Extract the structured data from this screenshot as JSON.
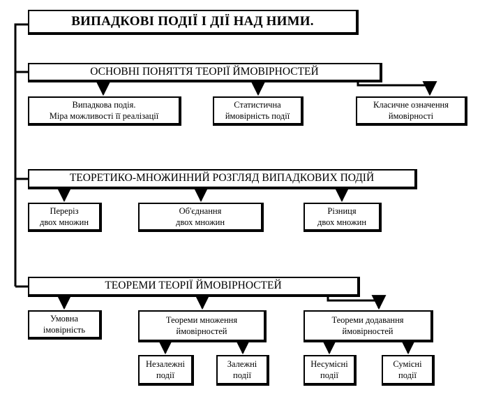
{
  "title": "ВИПАДКОВІ ПОДІЇ І ДІЇ НАД НИМИ.",
  "sections": [
    {
      "label": "ОСНОВНІ ПОНЯТТЯ ТЕОРІЇ ЙМОВІРНОСТЕЙ",
      "children": [
        {
          "line1": "Випадкова подія.",
          "line2": "Міра можливості її реалізації"
        },
        {
          "line1": "Статистична",
          "line2": "ймовірність події"
        },
        {
          "line1": "Класичне означення",
          "line2": "ймовірності"
        }
      ]
    },
    {
      "label": "ТЕОРЕТИКО-МНОЖИННИЙ РОЗГЛЯД ВИПАДКОВИХ ПОДІЙ",
      "children": [
        {
          "line1": "Переріз",
          "line2": "двох множин"
        },
        {
          "line1": "Об'єднання",
          "line2": "двох множин"
        },
        {
          "line1": "Різниця",
          "line2": "двох множин"
        }
      ]
    },
    {
      "label": "ТЕОРЕМИ ТЕОРІЇ ЙМОВІРНОСТЕЙ",
      "children": [
        {
          "line1": "Умовна",
          "line2": "імовірність"
        },
        {
          "line1": "Теореми множення",
          "line2": "ймовірностей",
          "children": [
            {
              "line1": "Незалежні",
              "line2": "події"
            },
            {
              "line1": "Залежні",
              "line2": "події"
            }
          ]
        },
        {
          "line1": "Теореми додавання",
          "line2": "ймовірностей",
          "children": [
            {
              "line1": "Несумісні",
              "line2": "події"
            },
            {
              "line1": "Сумісні",
              "line2": "події"
            }
          ]
        }
      ]
    }
  ]
}
